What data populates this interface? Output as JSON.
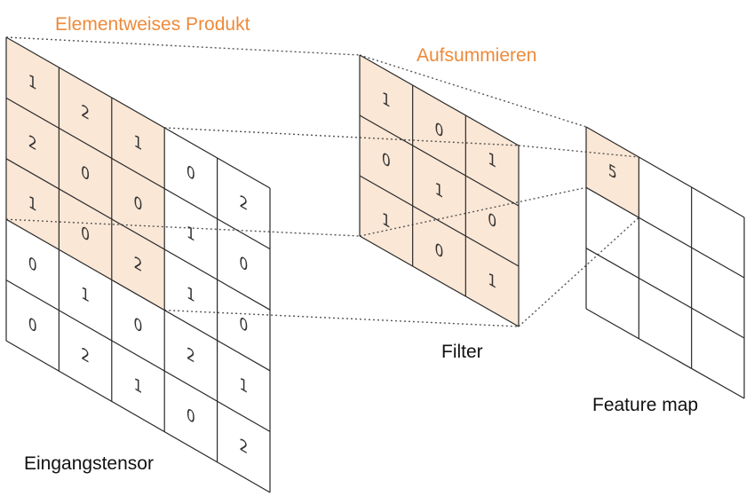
{
  "labels": {
    "elementwise": "Elementweises Produkt",
    "sum": "Aufsummieren",
    "input": "Eingangstensor",
    "filter": "Filter",
    "feature_map": "Feature map"
  },
  "colors": {
    "highlight": "#fbe7d6",
    "accent_text": "#ee8a3a",
    "grid_line": "#2a2a2a"
  },
  "input_tensor": {
    "rows": [
      [
        "1",
        "2",
        "1",
        "0",
        "2"
      ],
      [
        "2",
        "0",
        "0",
        "1",
        "0"
      ],
      [
        "1",
        "0",
        "2",
        "1",
        "0"
      ],
      [
        "0",
        "1",
        "0",
        "2",
        "1"
      ],
      [
        "0",
        "2",
        "1",
        "0",
        "2"
      ]
    ],
    "highlight_rows": 3,
    "highlight_cols": 3
  },
  "filter": {
    "rows": [
      [
        "1",
        "0",
        "1"
      ],
      [
        "0",
        "1",
        "0"
      ],
      [
        "1",
        "0",
        "1"
      ]
    ]
  },
  "feature_map": {
    "rows": [
      [
        "5",
        "",
        ""
      ],
      [
        "",
        "",
        ""
      ],
      [
        "",
        "",
        ""
      ]
    ],
    "highlight_cell": [
      0,
      0
    ]
  }
}
